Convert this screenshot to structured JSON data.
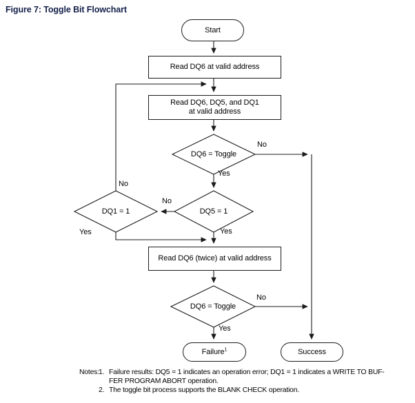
{
  "title": "Figure 7: Toggle Bit Flowchart",
  "nodes": {
    "start": "Start",
    "read1": "Read DQ6 at valid address",
    "read2_l1": "Read DQ6, DQ5, and DQ1",
    "read2_l2": "at valid address",
    "toggle1": "DQ6 = Toggle",
    "dq5": "DQ5 = 1",
    "dq1": "DQ1 = 1",
    "read3": "Read DQ6 (twice) at valid address",
    "toggle2": "DQ6 = Toggle",
    "failure": "Failure",
    "failure_note_ref": "1",
    "success": "Success"
  },
  "labels": {
    "toggle1_no": "No",
    "toggle1_yes": "Yes",
    "dq5_no": "No",
    "dq1_no": "No",
    "dq1_yes": "Yes",
    "dq5_yes": "Yes",
    "toggle2_no": "No",
    "toggle2_yes": "Yes"
  },
  "notes": {
    "label": "Notes:",
    "item1_num": "1.",
    "item1_line1": "Failure results: DQ5 = 1 indicates an operation error; DQ1 = 1 indicates a WRITE TO BUF-",
    "item1_line2": "FER PROGRAM ABORT operation.",
    "item2_num": "2.",
    "item2_line1": "The toggle bit process supports the BLANK CHECK operation."
  },
  "colors": {
    "title": "#14204a",
    "line": "#1a1a1a",
    "background": "#ffffff"
  }
}
